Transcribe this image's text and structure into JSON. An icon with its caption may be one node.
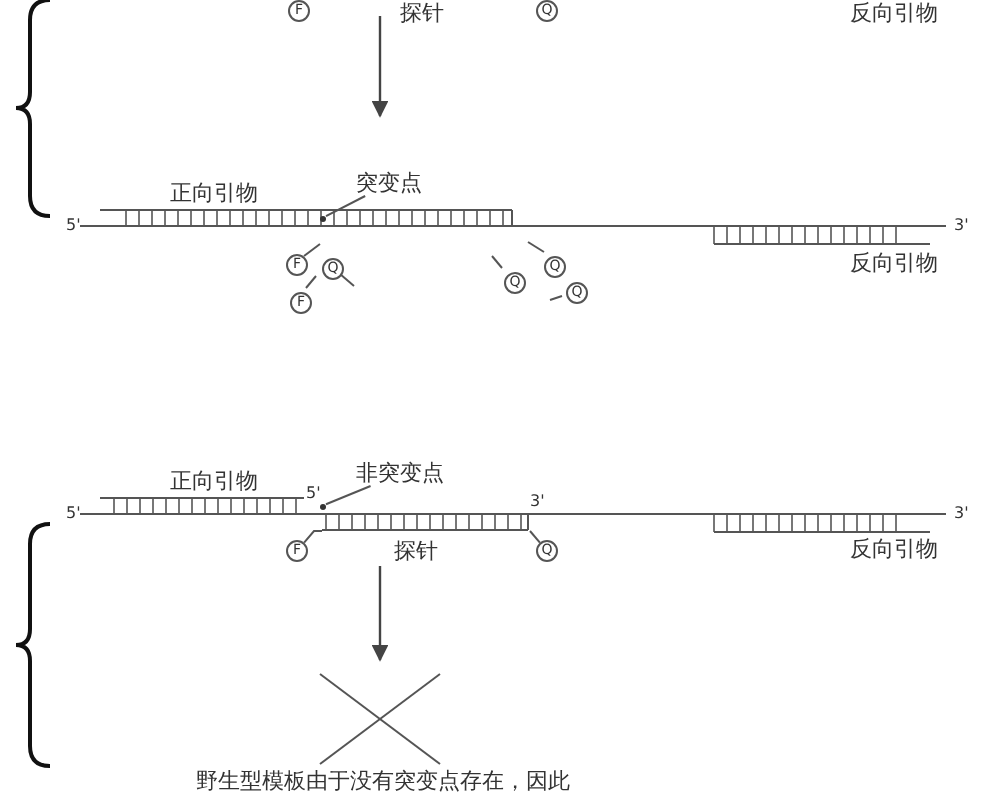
{
  "diagram": {
    "nodes": [
      {
        "text": [
          "F"
        ]
      },
      {
        "text": [
          "Q"
        ]
      },
      {
        "text": [
          "突变点"
        ]
      },
      {
        "text": [],
        "shape": "circle"
      },
      {
        "text": [
          "F"
        ]
      },
      {
        "text": [
          "Q"
        ]
      },
      {
        "text": [
          "F"
        ]
      },
      {
        "text": [
          "Q"
        ]
      },
      {
        "text": [
          "Q"
        ]
      },
      {
        "text": [
          "Q"
        ]
      },
      {
        "text": [
          "非突变点"
        ]
      },
      {
        "text": [],
        "shape": "circle"
      },
      {
        "text": [
          "F"
        ]
      },
      {
        "text": [
          "Q"
        ]
      },
      {
        "text": [],
        "shape": "bar",
        "beside": [
          "探针"
        ]
      }
    ],
    "edges": [
      {
        "from": 2,
        "to": 3,
        "arrow": "none"
      },
      {
        "from": 10,
        "to": 11,
        "arrow": "none"
      },
      {
        "from": 12,
        "to": 14,
        "arrow": "none"
      },
      {
        "from": 14,
        "to": 13,
        "arrow": "none"
      }
    ],
    "labels": [
      "探针",
      "反向引物",
      "正向引物",
      "5'",
      "3'",
      "反向引物",
      "正向引物",
      "5'",
      "5'",
      "3'",
      "3'",
      "反向引物",
      "野生型模板由于没有突变点存在，因此"
    ]
  }
}
